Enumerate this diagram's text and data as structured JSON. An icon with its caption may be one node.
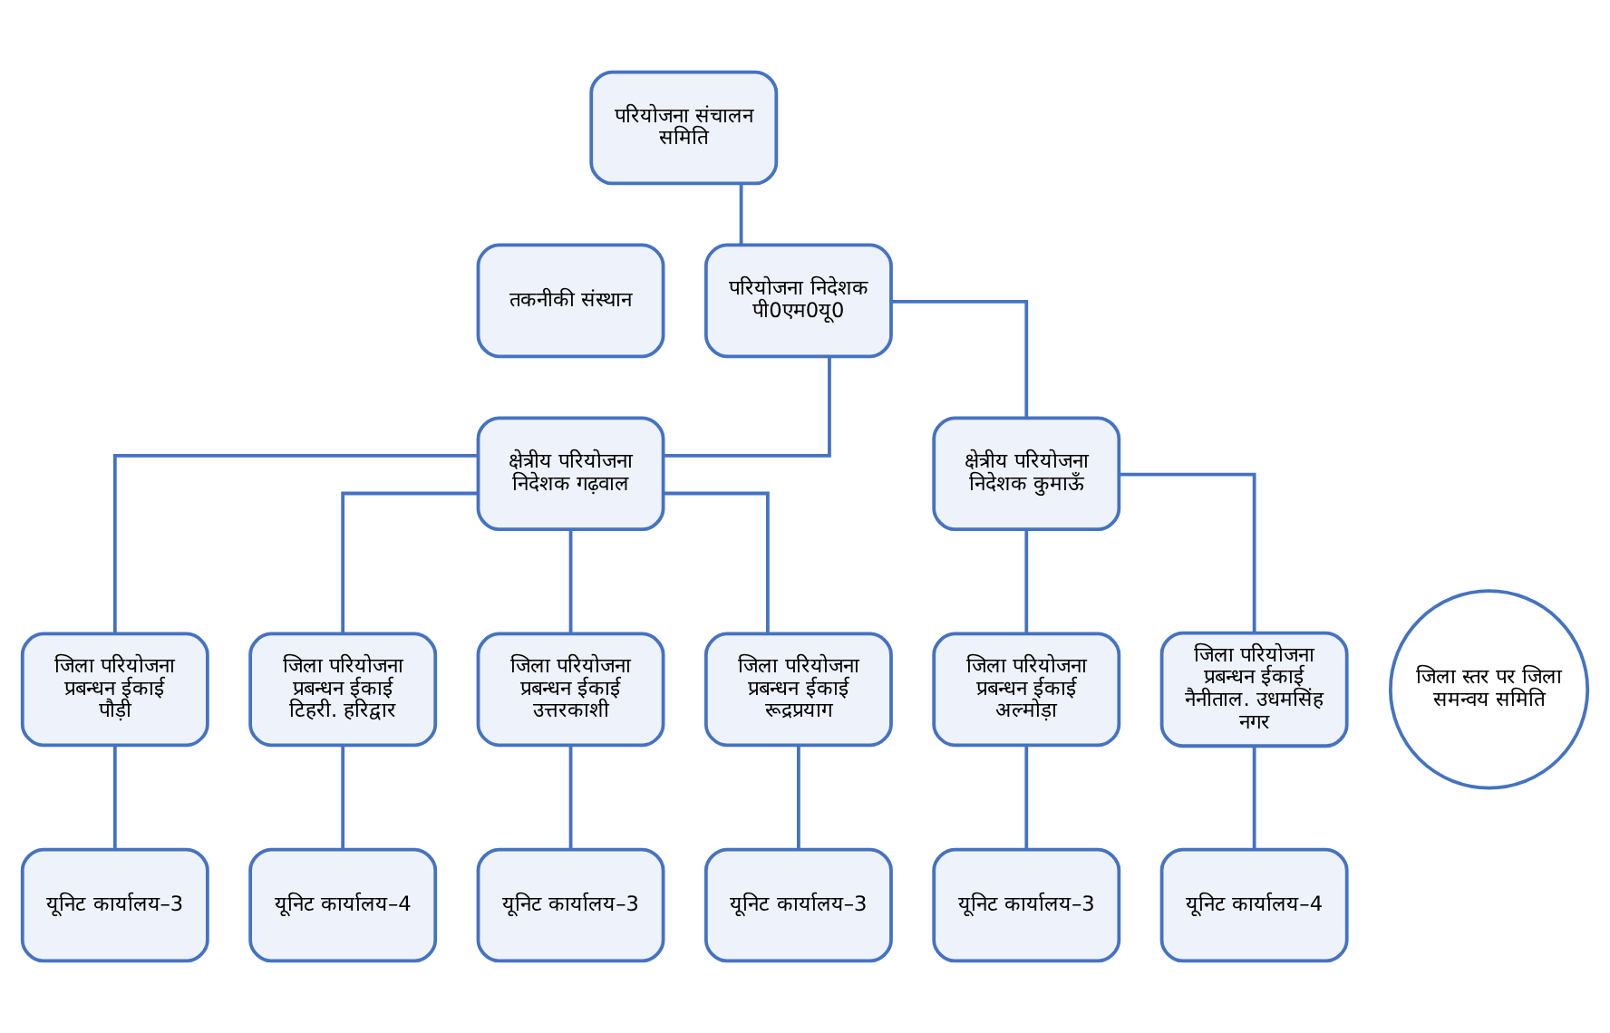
{
  "diagram": {
    "nodes": [
      {
        "text": [
          "परियोजना संचालन समिति"
        ]
      },
      {
        "text": [
          "तकनीकी संस्थान"
        ]
      },
      {
        "text": [
          "परियोजना निदेशक पी0एम0यू0"
        ]
      },
      {
        "text": [
          "क्षेत्रीय परियोजना निदेशक गढ़वाल"
        ]
      },
      {
        "text": [
          "क्षेत्रीय परियोजना निदेशक कुमाऊँ"
        ]
      },
      {
        "text": [
          "जिला परियोजना प्रबन्धन ईकाई पौड़ी"
        ]
      },
      {
        "text": [
          "जिला परियोजना प्रबन्धन ईकाई टिहरी. हरिद्वार"
        ]
      },
      {
        "text": [
          "जिला परियोजना प्रबन्धन ईकाई उत्तरकाशी"
        ]
      },
      {
        "text": [
          "जिला परियोजना प्रबन्धन ईकाई रूद्रप्रयाग"
        ]
      },
      {
        "text": [
          "जिला स्तर पर जिला समन्वय समिति"
        ]
      },
      {
        "text": [
          "जिला परियोजना प्रबन्धन ईकाई अल्मोड़ा"
        ]
      },
      {
        "text": [
          "जिला परियोजना प्रबन्धन ईकाई नैनीताल. उधमसिंह नगर"
        ]
      },
      {
        "text": [
          "यूनिट कार्यालय–3"
        ]
      },
      {
        "text": [
          "यूनिट कार्यालय–4"
        ]
      },
      {
        "text": [
          "यूनिट कार्यालय–3"
        ]
      },
      {
        "text": [
          "यूनिट कार्यालय–3"
        ]
      },
      {
        "text": [
          "यूनिट कार्यालय–3"
        ]
      },
      {
        "text": [
          "यूनिट कार्यालय–4"
        ]
      }
    ],
    "edges": [
      {
        "from": 0,
        "to": 2,
        "arrow": "none"
      },
      {
        "from": 2,
        "to": 3,
        "arrow": "none"
      },
      {
        "from": 2,
        "to": 4,
        "arrow": "none"
      },
      {
        "from": 3,
        "to": 5,
        "arrow": "none"
      },
      {
        "from": 3,
        "to": 6,
        "arrow": "none"
      },
      {
        "from": 3,
        "to": 7,
        "arrow": "none"
      },
      {
        "from": 3,
        "to": 8,
        "arrow": "none"
      },
      {
        "from": 4,
        "to": 10,
        "arrow": "none"
      },
      {
        "from": 4,
        "to": 11,
        "arrow": "none"
      },
      {
        "from": 5,
        "to": 12,
        "arrow": "none"
      },
      {
        "from": 6,
        "to": 13,
        "arrow": "none"
      },
      {
        "from": 7,
        "to": 14,
        "arrow": "none"
      },
      {
        "from": 8,
        "to": 15,
        "arrow": "none"
      },
      {
        "from": 10,
        "to": 16,
        "arrow": "none"
      },
      {
        "from": 11,
        "to": 17,
        "arrow": "none"
      }
    ]
  }
}
